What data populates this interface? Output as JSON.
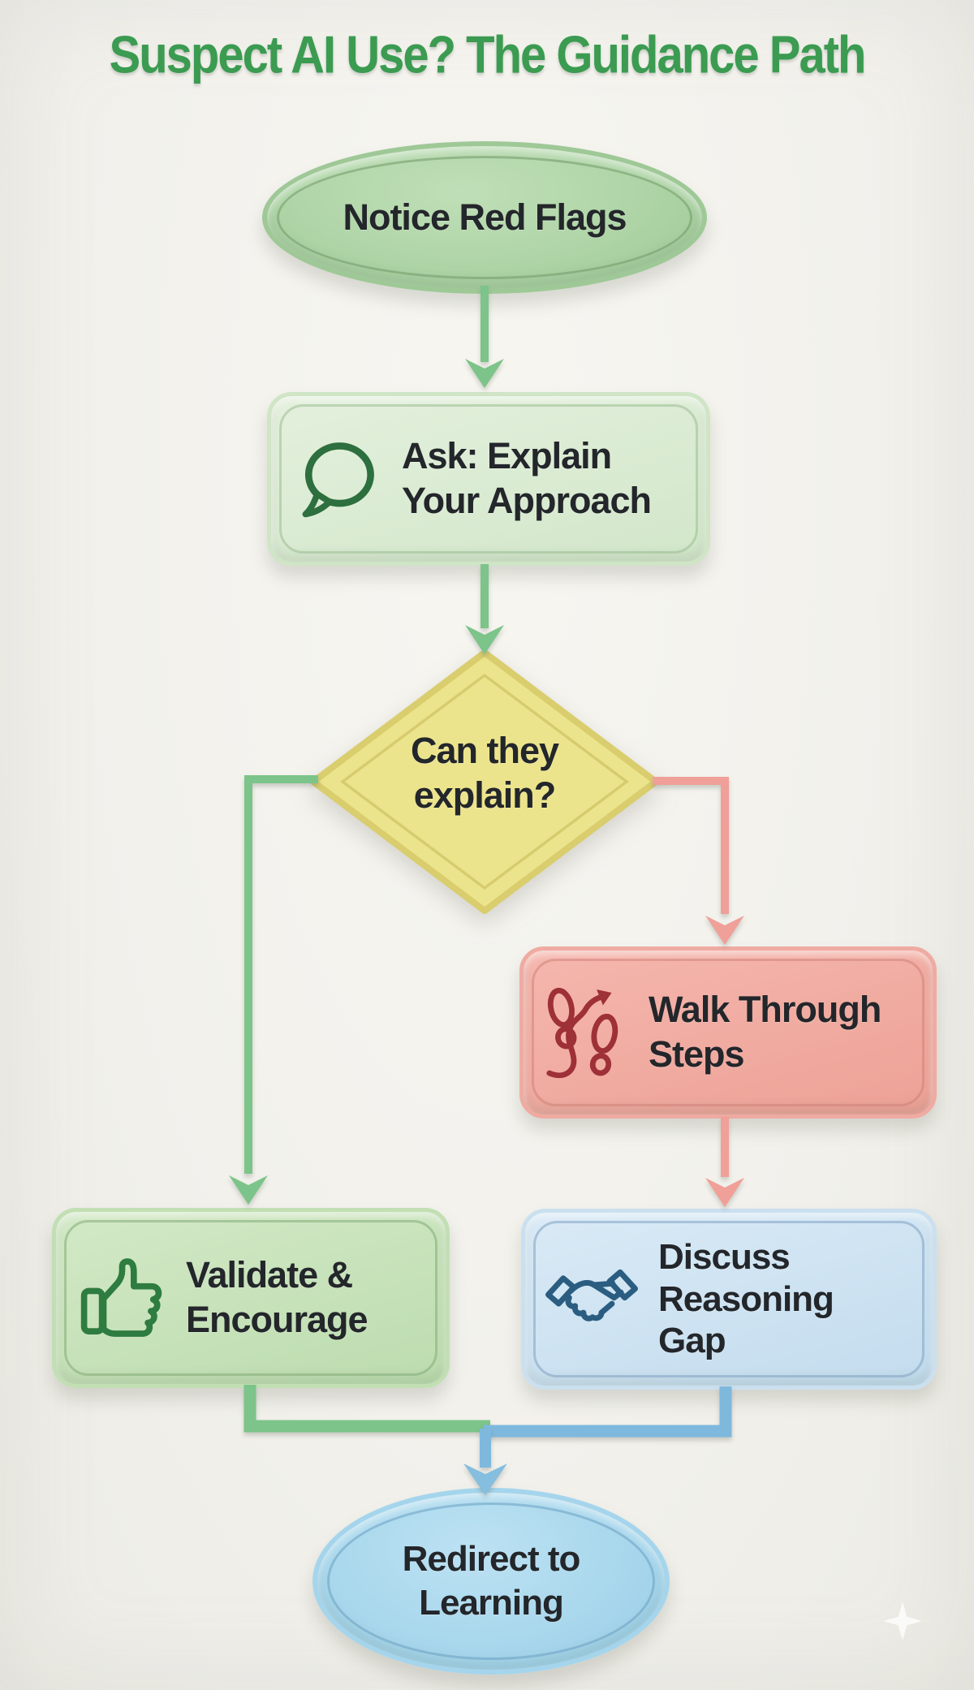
{
  "title": {
    "text": "Suspect AI Use? The Guidance Path"
  },
  "nodes": {
    "start": {
      "shape": "ellipse",
      "label": "Notice Red Flags"
    },
    "ask": {
      "shape": "rounded-rect",
      "icon": "speech-bubble-icon",
      "lines": [
        "Ask: Explain",
        "Your Approach"
      ]
    },
    "decision": {
      "shape": "diamond",
      "lines": [
        "Can they",
        "explain?"
      ]
    },
    "walk": {
      "shape": "rounded-rect",
      "icon": "footsteps-icon",
      "lines": [
        "Walk Through",
        "Steps"
      ]
    },
    "validate": {
      "shape": "rounded-rect",
      "icon": "thumbs-up-icon",
      "lines": [
        "Validate &",
        "Encourage"
      ]
    },
    "discuss": {
      "shape": "rounded-rect",
      "icon": "handshake-icon",
      "lines": [
        "Discuss",
        "Reasoning",
        "Gap"
      ]
    },
    "redirect": {
      "shape": "ellipse",
      "lines": [
        "Redirect to",
        "Learning"
      ]
    }
  },
  "edges": [
    {
      "from": "start",
      "to": "ask",
      "color": "#7cc489"
    },
    {
      "from": "ask",
      "to": "decision",
      "color": "#7cc489"
    },
    {
      "from": "decision",
      "to": "validate",
      "color": "#7cc489"
    },
    {
      "from": "decision",
      "to": "walk",
      "color": "#f0a098"
    },
    {
      "from": "walk",
      "to": "discuss",
      "color": "#f0a098"
    },
    {
      "from": "validate",
      "to": "junction",
      "color": "#7cc489"
    },
    {
      "from": "discuss",
      "to": "junction",
      "color": "#7fb8dd"
    },
    {
      "from": "junction",
      "to": "redirect",
      "color": "#7fb8dd"
    }
  ],
  "colors": {
    "background": "#f2f1ec",
    "title_green": "#3b9b51",
    "start_fill": "#aed4a6",
    "ask_fill": "#dcebd5",
    "decision_fill": "#ece48c",
    "walk_fill": "#f1ada5",
    "validate_fill": "#c8e3bc",
    "discuss_fill": "#cfe3f1",
    "redirect_fill": "#a9d7ec",
    "connector_green": "#7cc489",
    "connector_pink": "#f0a098",
    "connector_blue": "#7fb8dd",
    "icon_green": "#2e7c3f",
    "icon_red": "#9e3038",
    "icon_blue": "#2a5d80",
    "text_dark": "#23262a"
  }
}
